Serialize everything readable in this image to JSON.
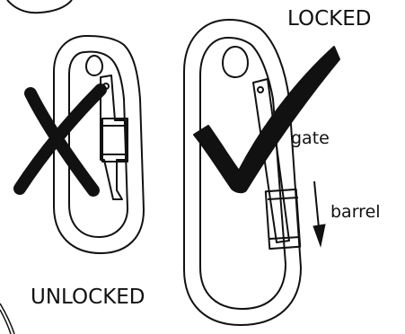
{
  "labels": {
    "locked": "LOCKED",
    "unlocked": "UNLOCKED",
    "gate": "gate",
    "barrel": "barrel"
  },
  "colors": {
    "ink": "#111111",
    "background": "#ffffff"
  }
}
